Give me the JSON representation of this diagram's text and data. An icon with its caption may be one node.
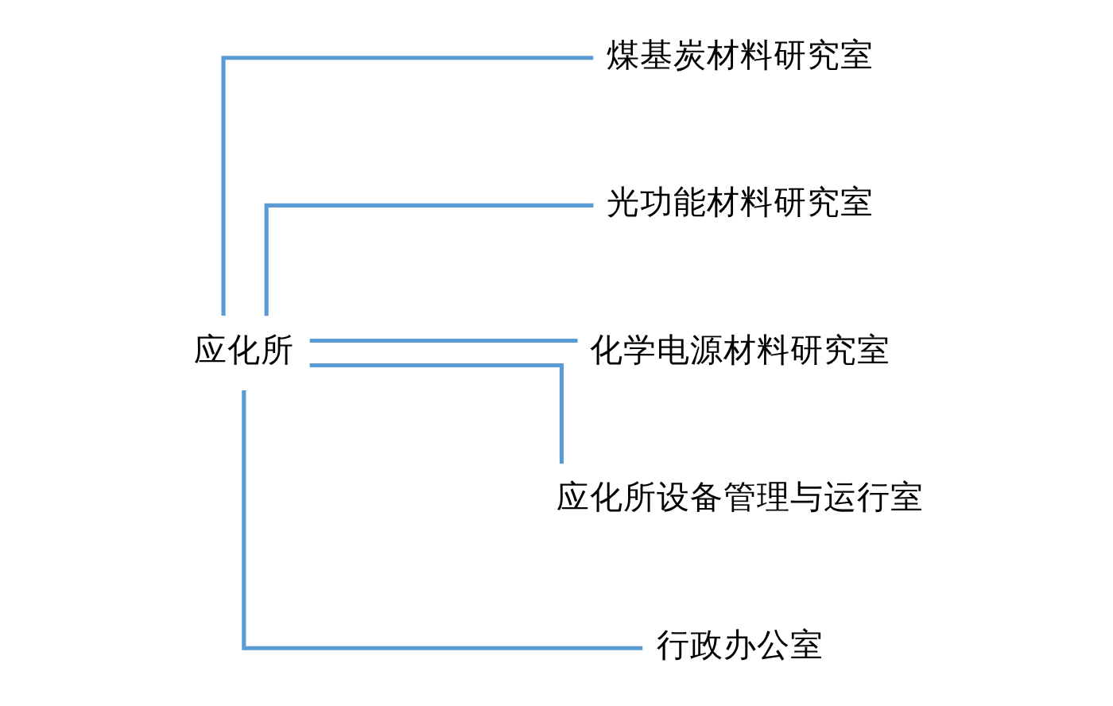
{
  "diagram": {
    "nodes": [
      {
        "text": [
          "应化所"
        ]
      },
      {
        "text": [
          "煤基炭材料研究室"
        ]
      },
      {
        "text": [
          "光功能材料研究室"
        ]
      },
      {
        "text": [
          "化学电源材料研究室"
        ]
      },
      {
        "text": [
          "应化所设备管理与运行室"
        ]
      },
      {
        "text": [
          "行政办公室"
        ]
      }
    ],
    "edges": [
      {
        "from": 0,
        "to": 1,
        "arrow": "none"
      },
      {
        "from": 0,
        "to": 2,
        "arrow": "none"
      },
      {
        "from": 0,
        "to": 3,
        "arrow": "none"
      },
      {
        "from": 0,
        "to": 4,
        "arrow": "none"
      },
      {
        "from": 0,
        "to": 5,
        "arrow": "none"
      }
    ]
  }
}
